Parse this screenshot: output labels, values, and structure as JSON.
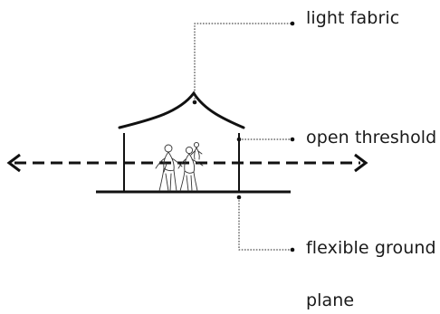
{
  "labels": {
    "fabric": "light fabric",
    "threshold": "open threshold",
    "ground_line1": "flexible ground",
    "ground_line2": "plane"
  },
  "colors": {
    "ink": "#111111",
    "leader": "#222222",
    "background": "#ffffff"
  },
  "icons": {
    "arrow_left": "arrowhead-left-icon",
    "arrow_right": "arrowhead-right-icon",
    "people": "people-sketch-icon"
  }
}
